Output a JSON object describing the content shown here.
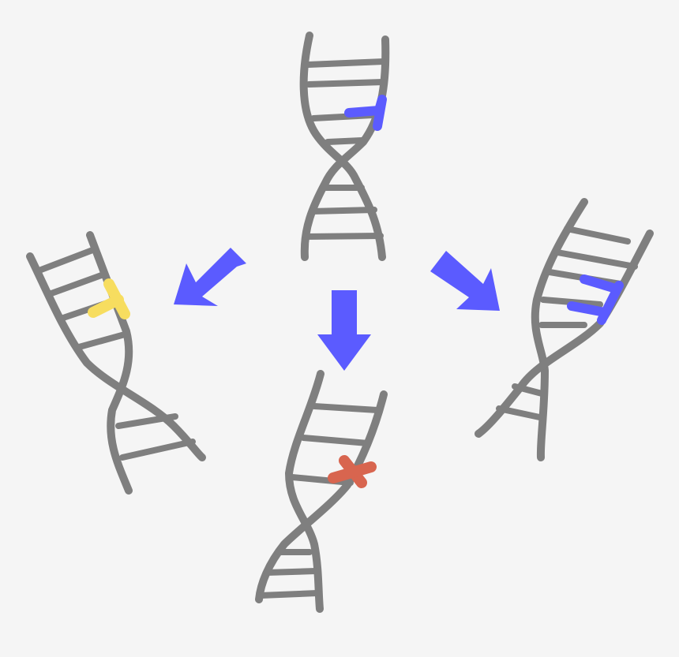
{
  "colors": {
    "background": "#f5f5f5",
    "strand": "#7f7f7f",
    "arrow": "#5b5bff",
    "mark_blue": "#5b5bff",
    "mark_yellow": "#f7dd5f",
    "mark_red": "#d8654f"
  },
  "icons": {
    "original": "dna-helix-icon",
    "variant_left": "dna-helix-icon",
    "variant_center": "dna-helix-icon",
    "variant_right": "dna-helix-icon",
    "arrow_left": "arrow-down-left-icon",
    "arrow_down": "arrow-down-icon",
    "arrow_right": "arrow-down-right-icon"
  },
  "marks": {
    "original": "blue-base-pair",
    "variant_left": "yellow-base-pair",
    "variant_center": "red-x-mutation",
    "variant_right": "blue-base-pairs"
  }
}
